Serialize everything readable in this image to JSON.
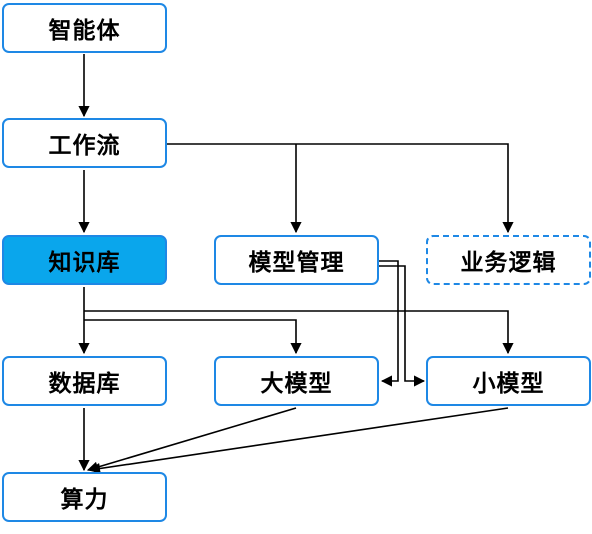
{
  "nodes": {
    "agent": "智能体",
    "workflow": "工作流",
    "knowledge_base": "知识库",
    "model_management": "模型管理",
    "business_logic": "业务逻辑",
    "database": "数据库",
    "large_model": "大模型",
    "small_model": "小模型",
    "compute": "算力"
  },
  "colors": {
    "border": "#1e88e5",
    "highlight_fill": "#0aa6ec",
    "line": "#000000"
  }
}
